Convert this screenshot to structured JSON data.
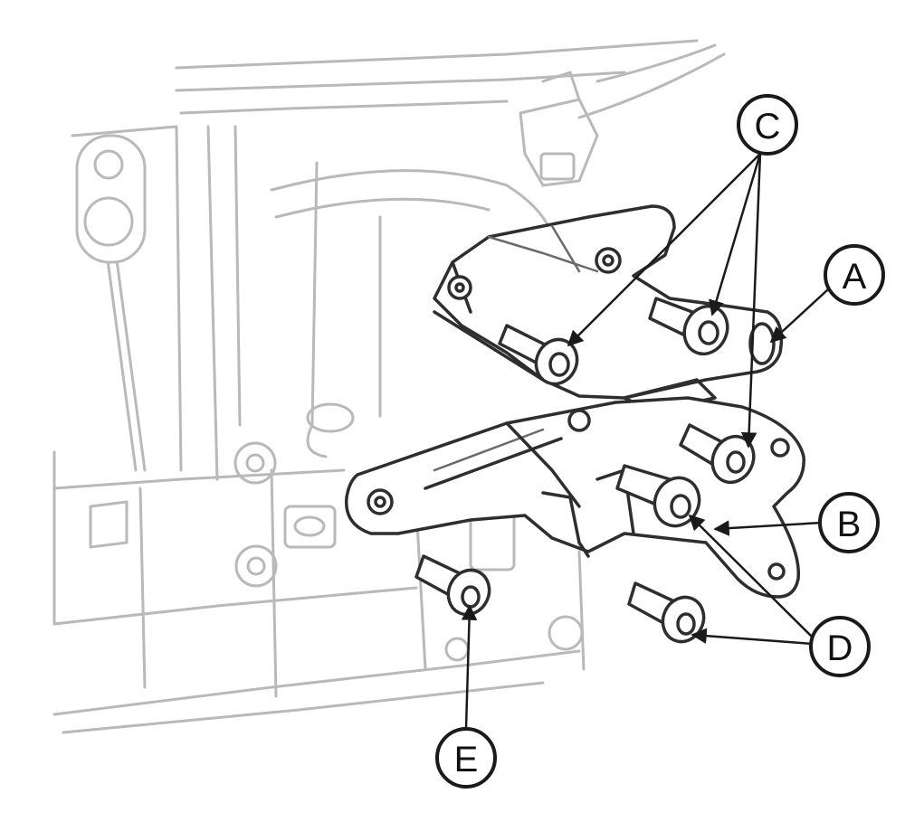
{
  "callouts": {
    "A": "A",
    "B": "B",
    "C": "C",
    "D": "D",
    "E": "E"
  },
  "colors": {
    "line_dark": "#2e2e2e",
    "line_light": "#b9b9b9",
    "background": "#ffffff"
  }
}
